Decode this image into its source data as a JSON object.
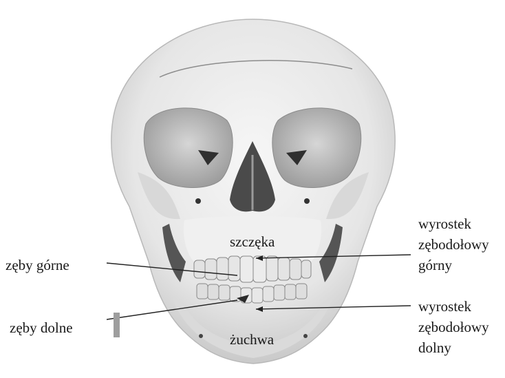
{
  "labels": {
    "upper_teeth": "zęby górne",
    "lower_teeth": "zęby dolne",
    "maxilla": "szczęka",
    "mandible": "żuchwa",
    "upper_process_line1": "wyrostek",
    "upper_process_line2": "zębodołowy",
    "upper_process_line3": "górny",
    "lower_process_line1": "wyrostek",
    "lower_process_line2": "zębodołowy",
    "lower_process_line3": "dolny"
  },
  "colors": {
    "bone": "#ededed",
    "bone_shadow": "#bdbdbd",
    "dark": "#3a3a3a",
    "line": "#222222",
    "marker": "#9e9e9e"
  }
}
